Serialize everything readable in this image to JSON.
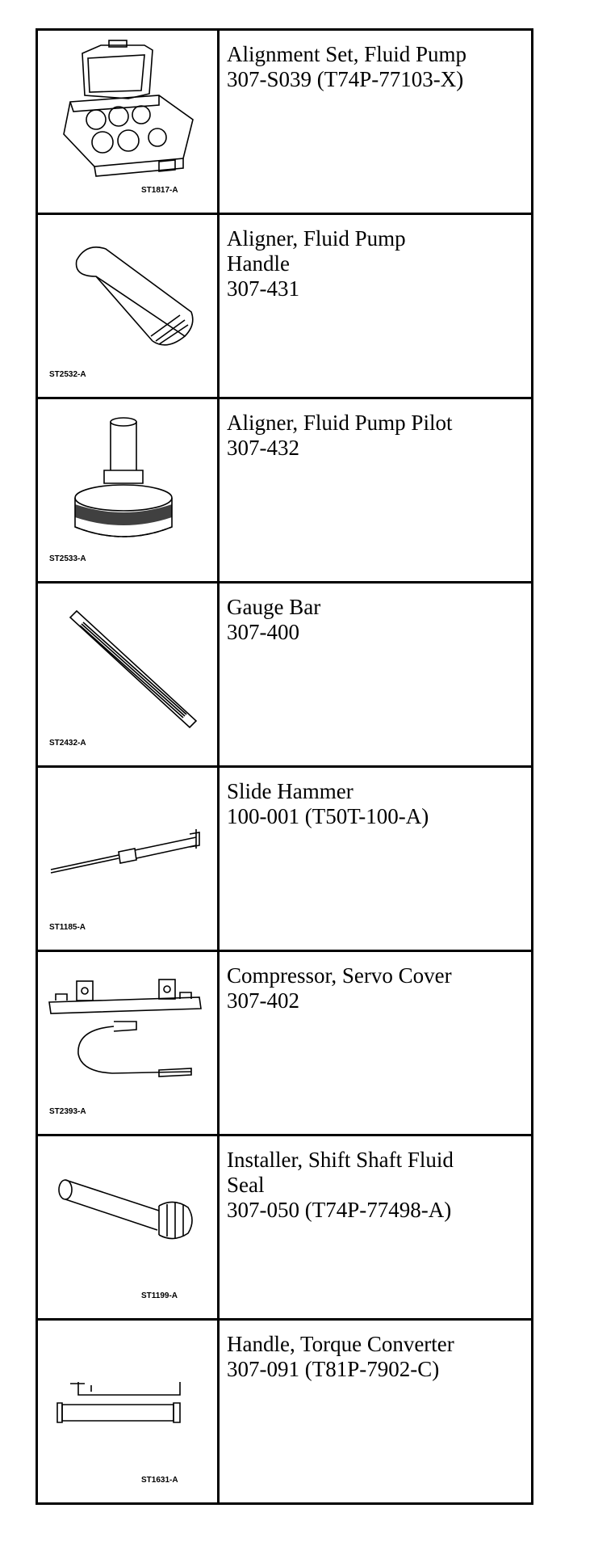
{
  "tools": [
    {
      "image_code": "ST1817-A",
      "icon": "tool-case-icon",
      "name": "Alignment Set, Fluid Pump",
      "part_number": "307-S039 (T74P-77103-X)"
    },
    {
      "image_code": "ST2532-A",
      "icon": "pump-handle-aligner-icon",
      "name": "Aligner, Fluid Pump Handle",
      "part_number": "307-431"
    },
    {
      "image_code": "ST2533-A",
      "icon": "pump-pilot-aligner-icon",
      "name": "Aligner, Fluid Pump Pilot",
      "part_number": "307-432"
    },
    {
      "image_code": "ST2432-A",
      "icon": "gauge-bar-icon",
      "name": "Gauge Bar",
      "part_number": "307-400"
    },
    {
      "image_code": "ST1185-A",
      "icon": "slide-hammer-icon",
      "name": "Slide Hammer",
      "part_number": "100-001 (T50T-100-A)"
    },
    {
      "image_code": "ST2393-A",
      "icon": "servo-cover-compressor-icon",
      "name": "Compressor, Servo Cover",
      "part_number": "307-402"
    },
    {
      "image_code": "ST1199-A",
      "icon": "seal-installer-icon",
      "name": "Installer, Shift Shaft Fluid Seal",
      "part_number": "307-050 (T74P-77498-A)"
    },
    {
      "image_code": "ST1631-A",
      "icon": "torque-converter-handle-icon",
      "name": "Handle, Torque Converter",
      "part_number": "307-091 (T81P-7902-C)"
    }
  ]
}
